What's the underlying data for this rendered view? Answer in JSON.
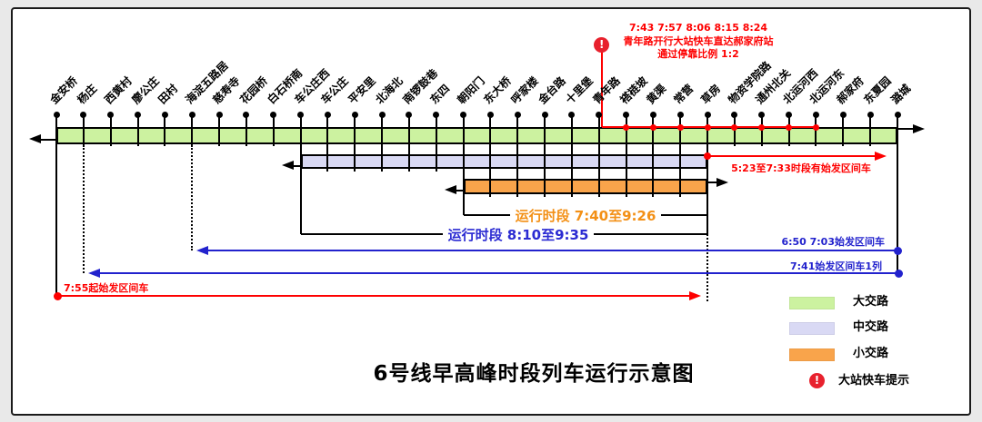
{
  "title": "6号线早高峰时段列车运行示意图",
  "stations": [
    "金安桥",
    "杨庄",
    "西黄村",
    "廖公庄",
    "田村",
    "海淀五路居",
    "慈寿寺",
    "花园桥",
    "白石桥南",
    "车公庄西",
    "车公庄",
    "平安里",
    "北海北",
    "南锣鼓巷",
    "东四",
    "朝阳门",
    "东大桥",
    "呼家楼",
    "金台路",
    "十里堡",
    "青年路",
    "褡裢坡",
    "黄渠",
    "常营",
    "草房",
    "物资学院路",
    "通州北关",
    "北运河西",
    "北运河东",
    "郝家府",
    "东夏园",
    "潞城"
  ],
  "express_note": {
    "times": "7:43 7:57 8:06 8:15 8:24",
    "description": "青年路开行大站快车直达郝家府站",
    "ratio": "通过停靠比例 1:2",
    "from": "青年路",
    "to": "北运河东",
    "stops": [
      "褡裢坡",
      "黄渠",
      "常营",
      "草房",
      "物资学院路",
      "通州北关",
      "北运河西",
      "北运河东"
    ]
  },
  "routes": {
    "major": {
      "label": "大交路",
      "color": "#ccf2a0",
      "from": "金安桥",
      "to": "潞城"
    },
    "middle": {
      "label": "中交路",
      "color": "#d9d9f4",
      "from": "车公庄西",
      "to": "草房",
      "period": "运行时段 8:10至9:35"
    },
    "minor": {
      "label": "小交路",
      "color": "#f9a44b",
      "from": "朝阳门",
      "to": "草房",
      "period": "运行时段 7:40至9:26"
    }
  },
  "side_notes": {
    "early_interval": "5:23至7:33时段有始发区间车",
    "blue_line_1": "6:50 7:03始发区间车",
    "blue_line_2": "7:41始发区间车1列",
    "red_bottom": "7:55起始发区间车"
  },
  "reference_lines": {
    "dotted_stations": [
      "杨庄",
      "海淀五路居",
      "草房"
    ],
    "solid_drop_stations": [
      "金安桥",
      "潞城"
    ]
  },
  "legend": {
    "major_label": "大交路",
    "middle_label": "中交路",
    "minor_label": "小交路",
    "express_label": "大站快车提示",
    "express_icon_glyph": "!"
  },
  "colors": {
    "major": "#ccf2a0",
    "middle": "#d9d9f4",
    "minor": "#f9a44b",
    "red": "#fe0000",
    "blue": "#2222cd",
    "orange_text": "#f39016",
    "blue_text": "#2a2ad2",
    "icon_red": "#e8212d"
  }
}
